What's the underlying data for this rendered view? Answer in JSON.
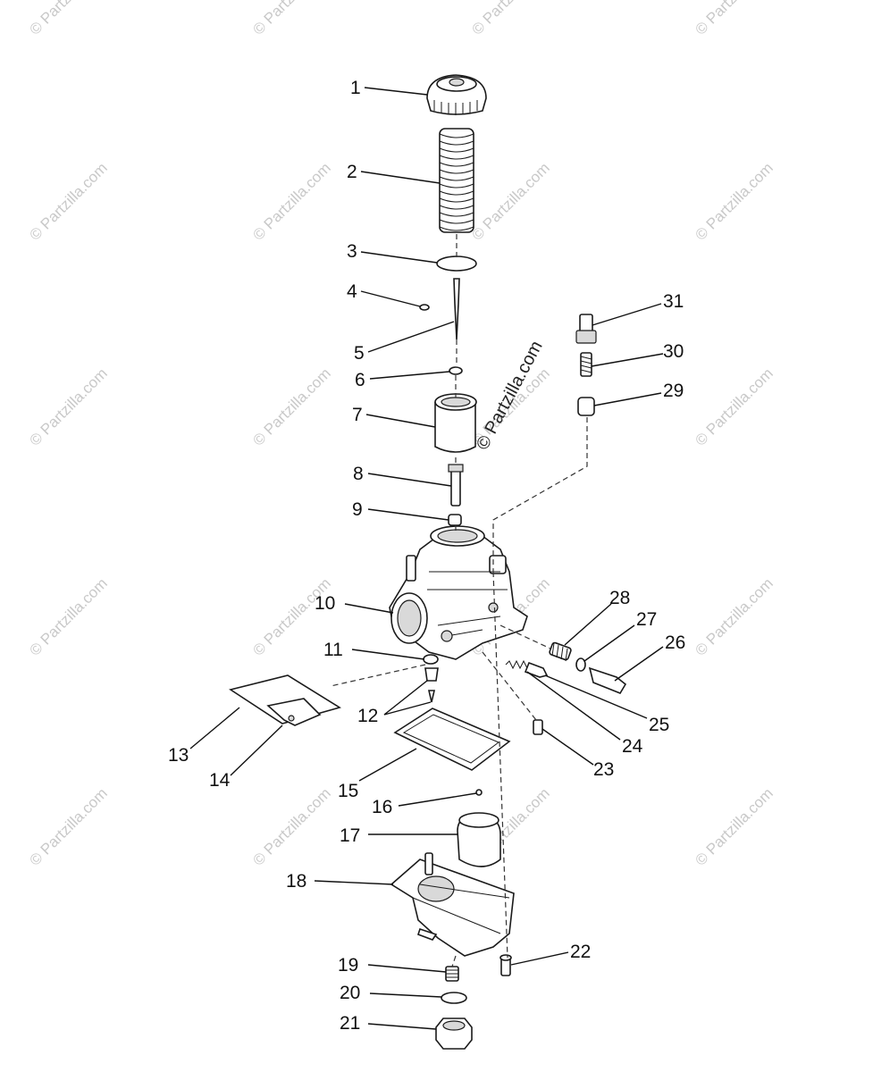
{
  "watermark": "© Partzilla.com",
  "callouts": [
    {
      "n": "1"
    },
    {
      "n": "2"
    },
    {
      "n": "3"
    },
    {
      "n": "4"
    },
    {
      "n": "5"
    },
    {
      "n": "6"
    },
    {
      "n": "7"
    },
    {
      "n": "8"
    },
    {
      "n": "9"
    },
    {
      "n": "10"
    },
    {
      "n": "11"
    },
    {
      "n": "12"
    },
    {
      "n": "13"
    },
    {
      "n": "14"
    },
    {
      "n": "15"
    },
    {
      "n": "16"
    },
    {
      "n": "17"
    },
    {
      "n": "18"
    },
    {
      "n": "19"
    },
    {
      "n": "20"
    },
    {
      "n": "21"
    },
    {
      "n": "22"
    },
    {
      "n": "23"
    },
    {
      "n": "24"
    },
    {
      "n": "25"
    },
    {
      "n": "26"
    },
    {
      "n": "27"
    },
    {
      "n": "28"
    },
    {
      "n": "29"
    },
    {
      "n": "30"
    },
    {
      "n": "31"
    }
  ]
}
